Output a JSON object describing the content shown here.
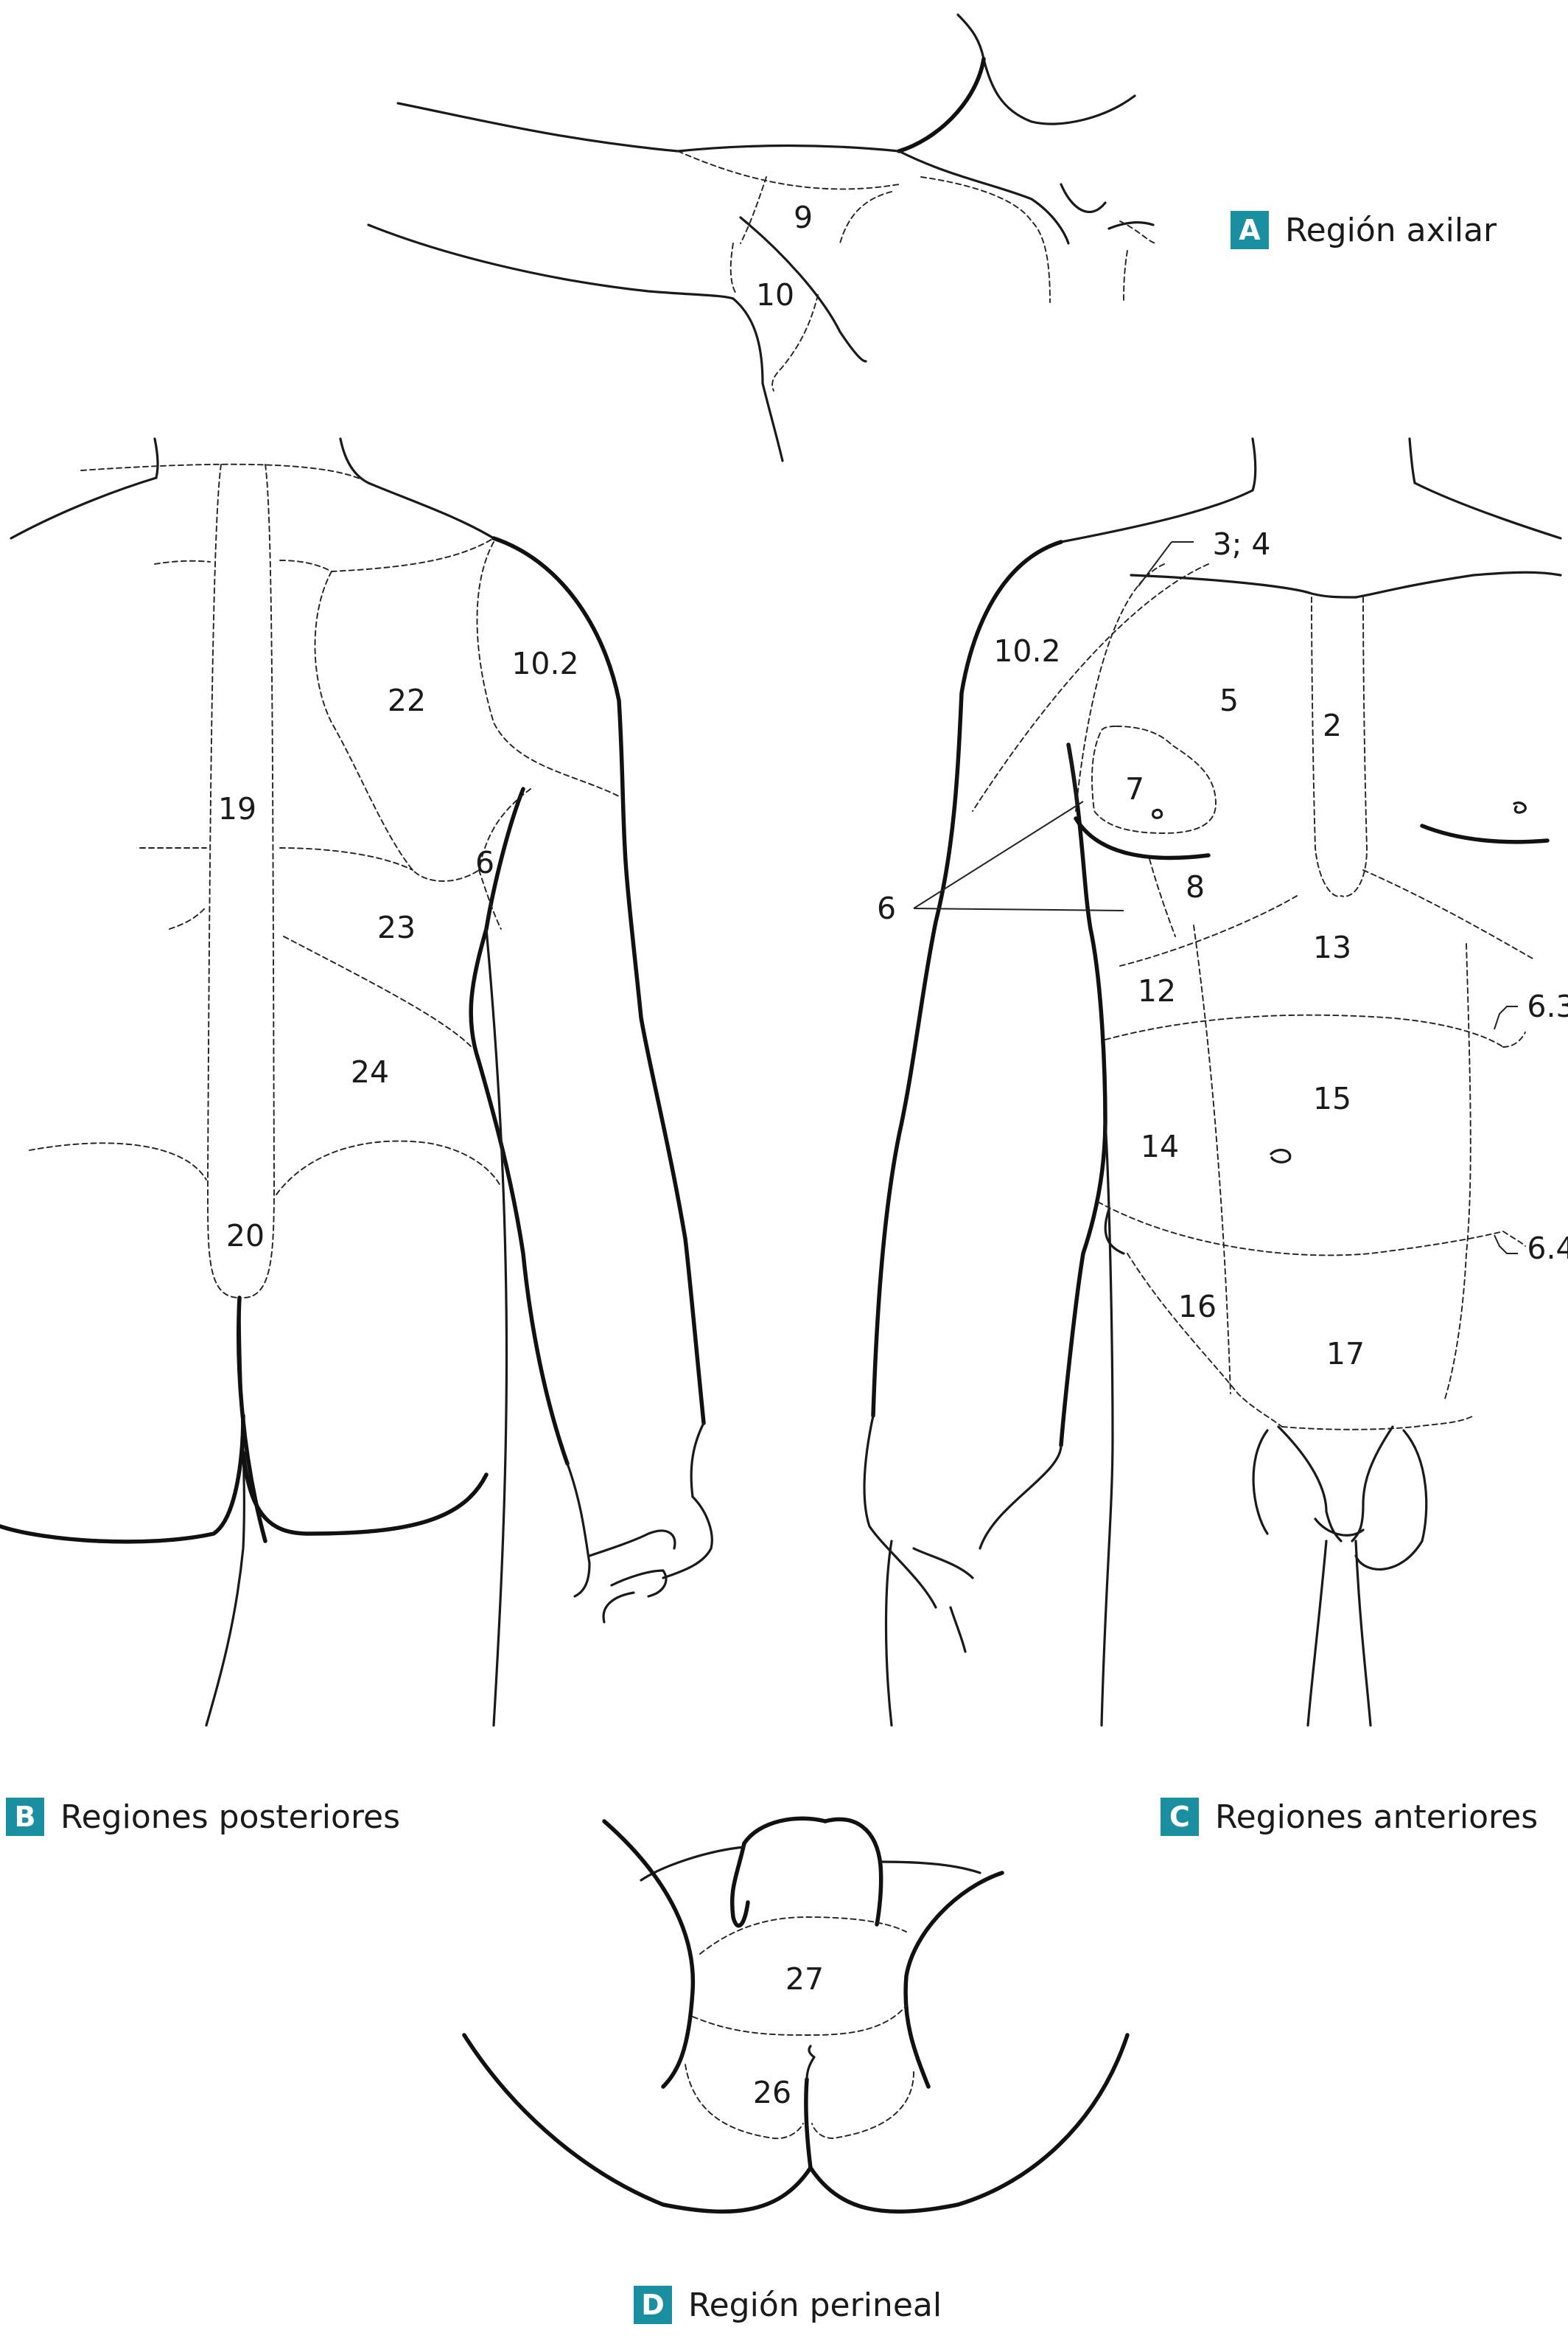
{
  "accent_color": "#1a8fa0",
  "panels": [
    {
      "letter": "A",
      "title": "Región axilar"
    },
    {
      "letter": "B",
      "title": "Regiones posteriores"
    },
    {
      "letter": "C",
      "title": "Regiones anteriores"
    },
    {
      "letter": "D",
      "title": "Región perineal"
    }
  ],
  "region_labels": {
    "axillary": [
      "9",
      "10"
    ],
    "posterior": [
      "10.2",
      "22",
      "19",
      "6",
      "23",
      "24",
      "20"
    ],
    "anterior": [
      "3; 4",
      "10.2",
      "5",
      "2",
      "7",
      "6",
      "8",
      "13",
      "12",
      "6.3",
      "15",
      "14",
      "6.4",
      "16",
      "17"
    ],
    "perineal": [
      "27",
      "26"
    ]
  }
}
